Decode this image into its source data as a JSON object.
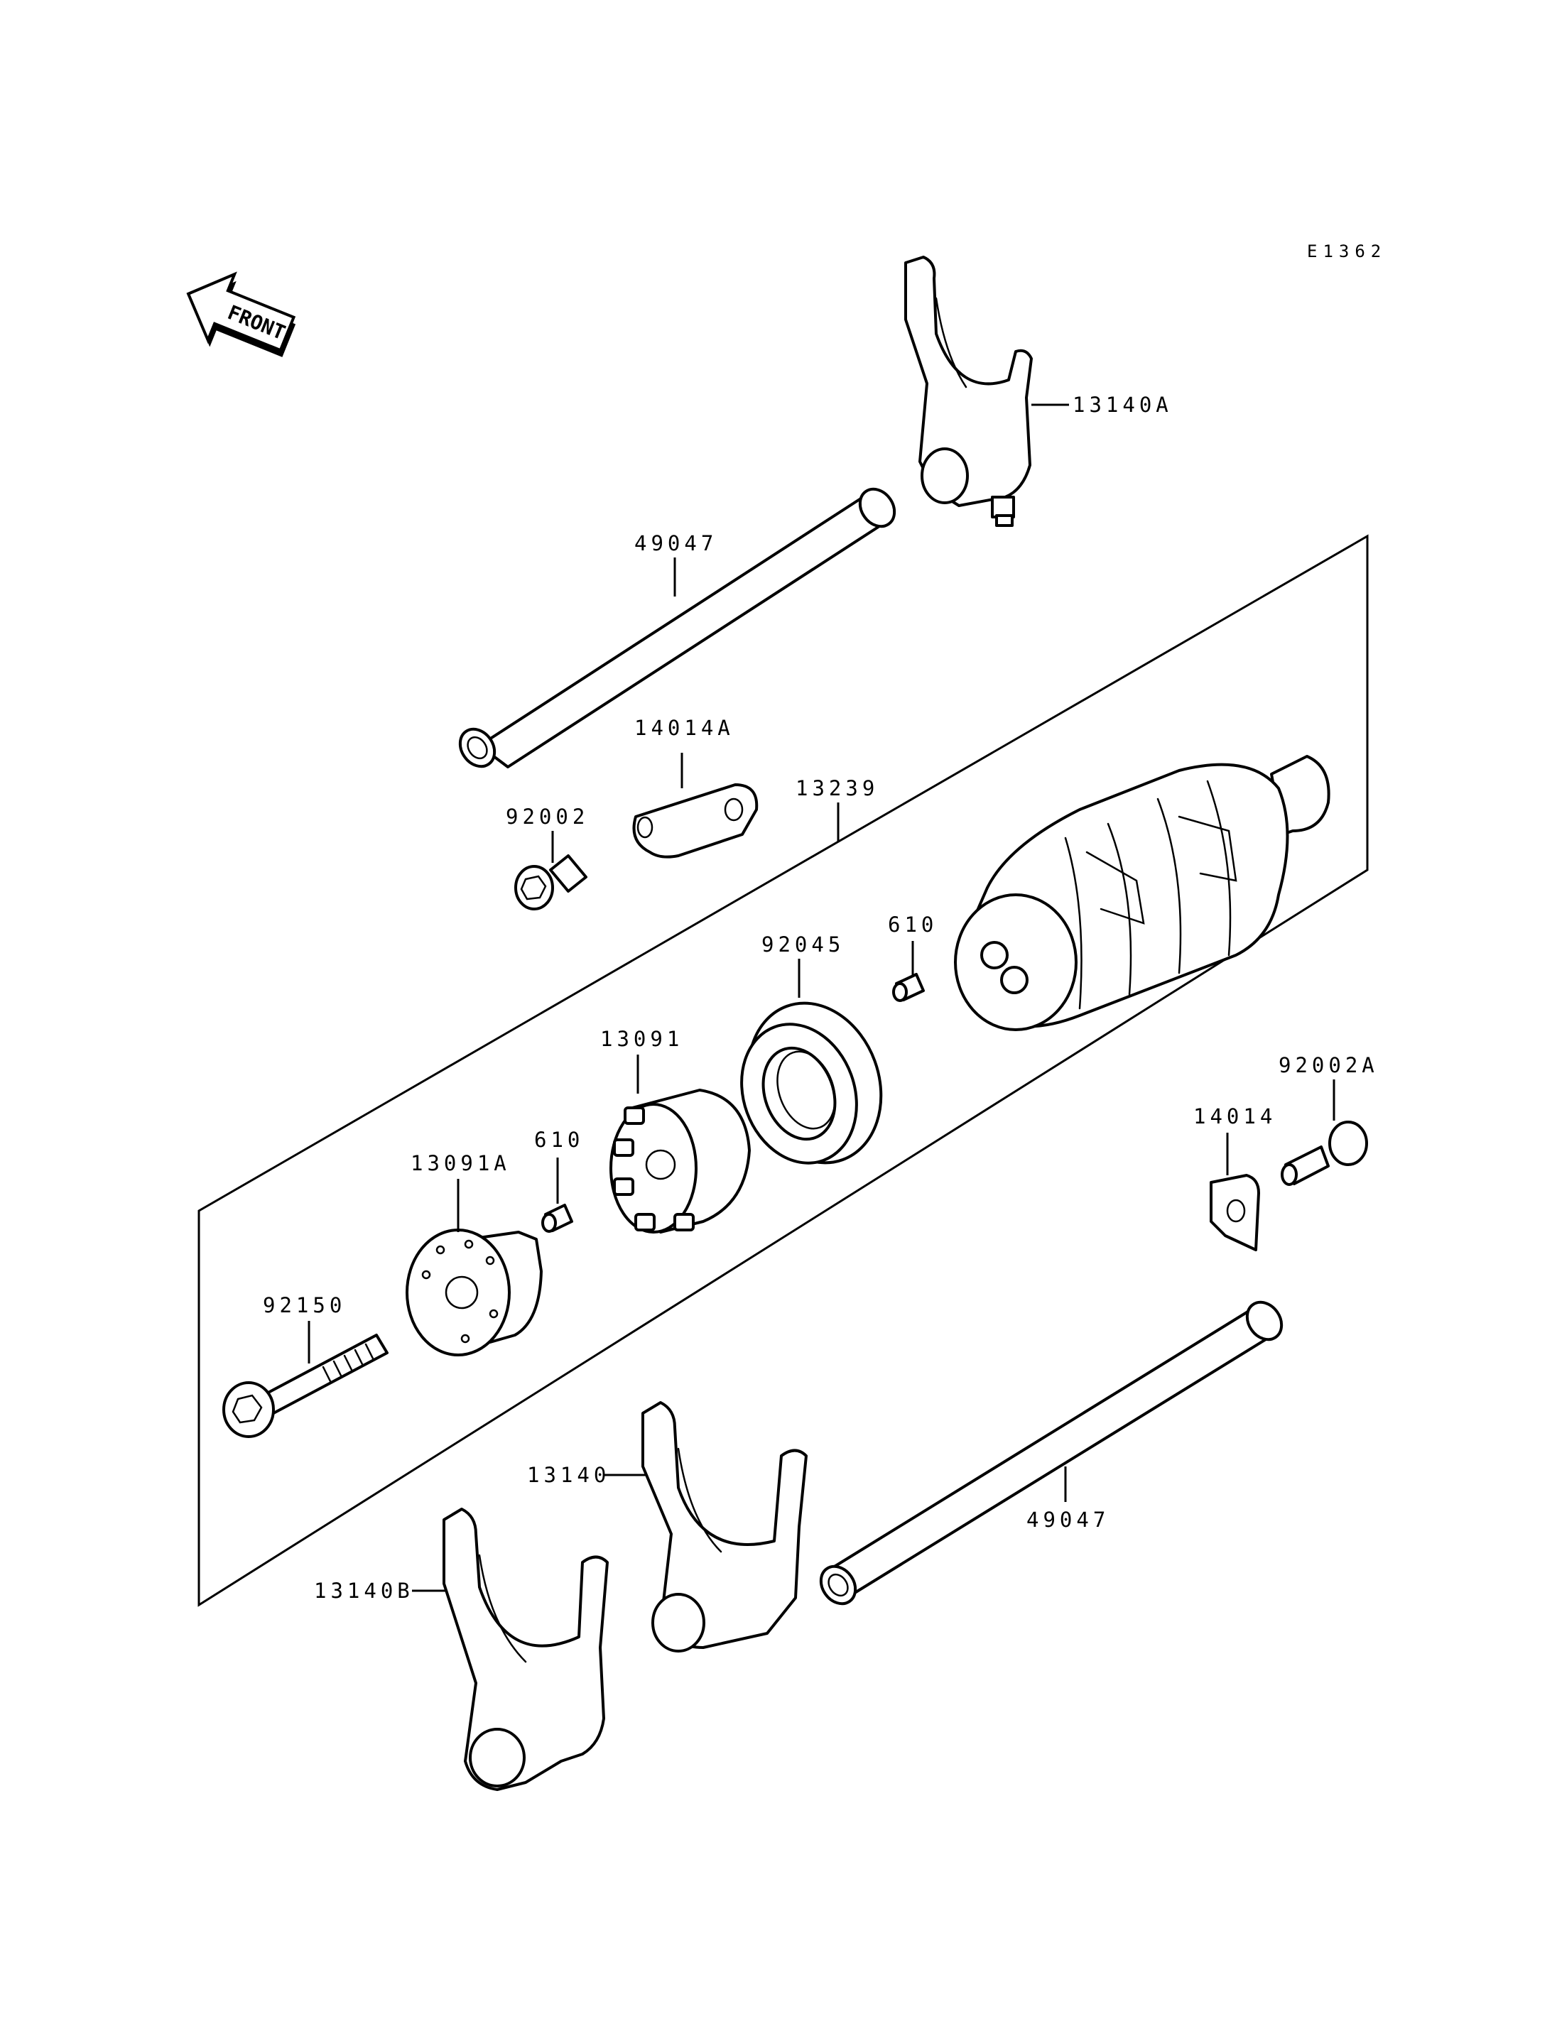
{
  "diagram": {
    "code": "E1362",
    "direction_label": "FRONT",
    "callouts": {
      "fork_top": "13140A",
      "shaft_top": "49047",
      "bracket_a": "14014A",
      "bolt_a": "92002",
      "drum": "13239",
      "pin_a": "610",
      "bearing": "92045",
      "holder": "13091",
      "pin_b": "610",
      "holder_a": "13091A",
      "bolt_b": "92002A",
      "bracket_b": "14014",
      "bolt_long": "92150",
      "fork_mid": "13140",
      "shaft_bottom": "49047",
      "fork_bottom": "13140B"
    }
  }
}
